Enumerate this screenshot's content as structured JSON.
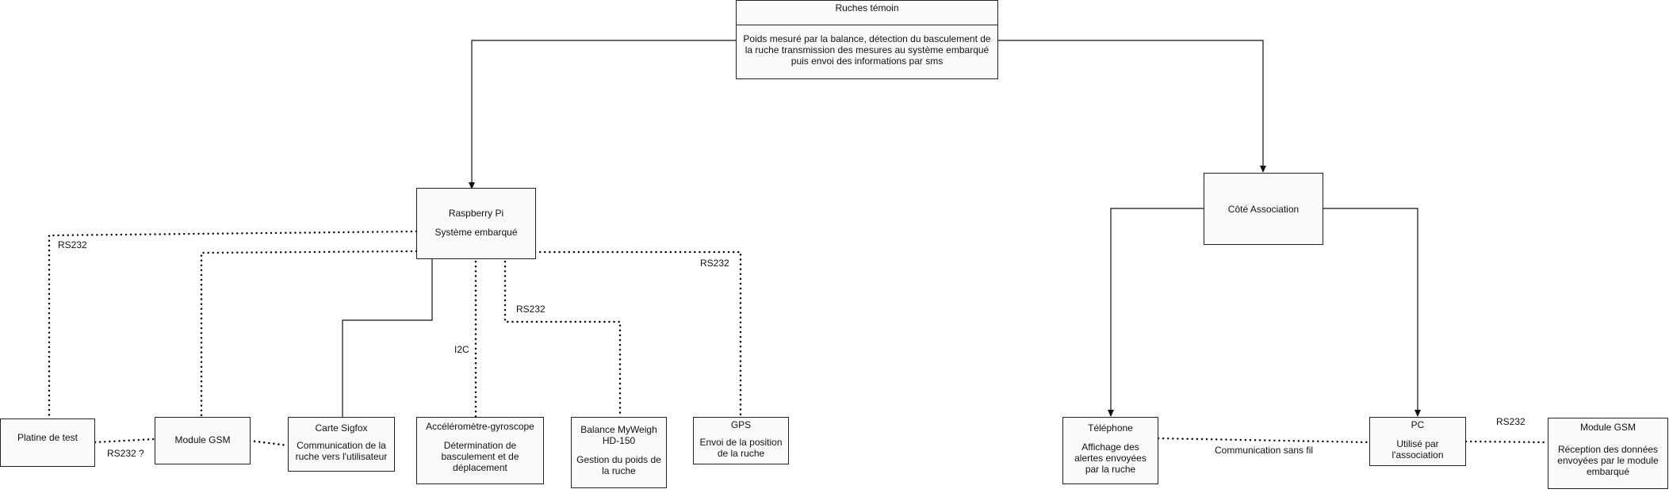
{
  "nodes": {
    "ruches": {
      "title": "Ruches témoin",
      "desc": "Poids mesuré par la balance, détection du basculement de la ruche transmission des mesures au système embarqué puis envoi des informations par sms"
    },
    "raspberry": {
      "title": "Raspberry Pi",
      "desc": "Système embarqué"
    },
    "association": {
      "title": "Côté Association"
    },
    "platine": {
      "title": "Platine de test"
    },
    "gsm_left": {
      "title": "Module GSM"
    },
    "sigfox": {
      "title": "Carte Sigfox",
      "desc": "Communication de la ruche vers l'utilisateur"
    },
    "accel": {
      "title": "Accéléromètre-gyroscope",
      "desc": "Détermination de basculement et de déplacement"
    },
    "balance": {
      "title": "Balance MyWeigh HD-150",
      "desc": "Gestion du poids de la ruche"
    },
    "gps": {
      "title": "GPS",
      "desc": "Envoi de la position de la ruche"
    },
    "telephone": {
      "title": "Téléphone",
      "desc": "Affichage des alertes envoyées par la ruche"
    },
    "pc": {
      "title": "PC",
      "desc": "Utilisé par l'association"
    },
    "gsm_right": {
      "title": "Module GSM",
      "desc": "Réception des données envoyées par le module embarqué"
    }
  },
  "edge_labels": {
    "rs232_platine": "RS232",
    "rs232_gsm": "RS232 ?",
    "i2c_accel": "I2C",
    "rs232_balance": "RS232",
    "rs232_gps": "RS232",
    "wireless": "Communication sans fil",
    "rs232_pc": "RS232"
  }
}
